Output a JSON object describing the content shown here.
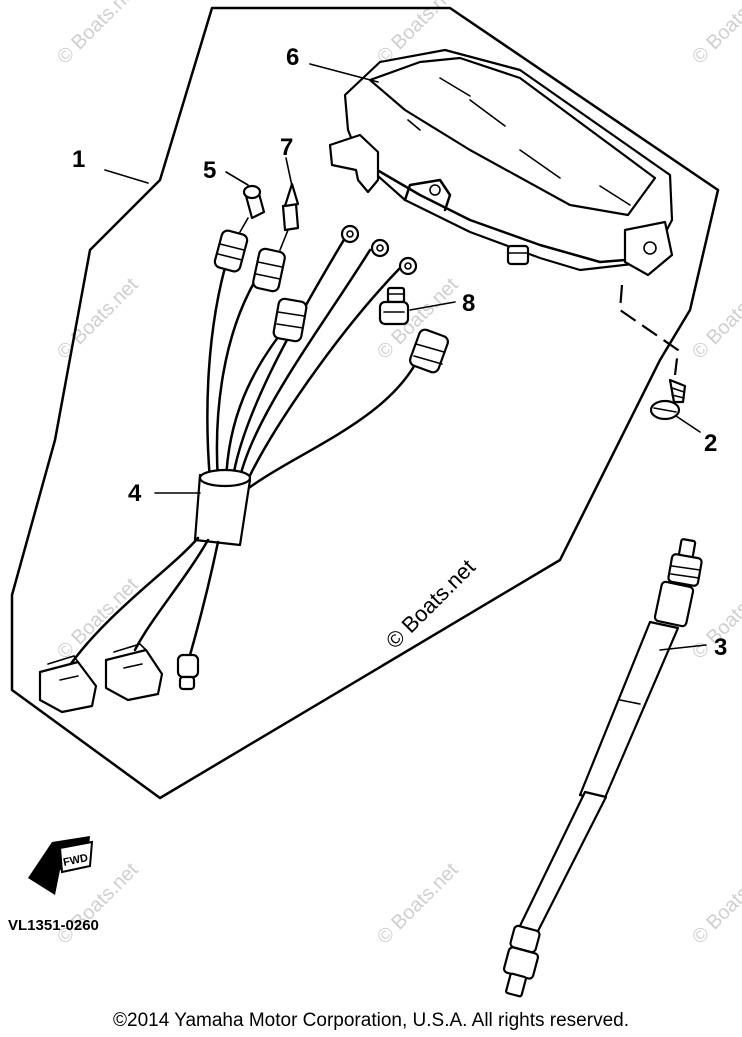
{
  "diagram": {
    "callouts": {
      "c1": "1",
      "c2": "2",
      "c3": "3",
      "c4": "4",
      "c5": "5",
      "c6": "6",
      "c7": "7",
      "c8": "8"
    },
    "drawing_code": "VL1351-0260",
    "fwd_label": "FWD",
    "watermark_text": "© Boats.net",
    "copyright": "©2014 Yamaha Motor Corporation, U.S.A. All rights reserved."
  }
}
